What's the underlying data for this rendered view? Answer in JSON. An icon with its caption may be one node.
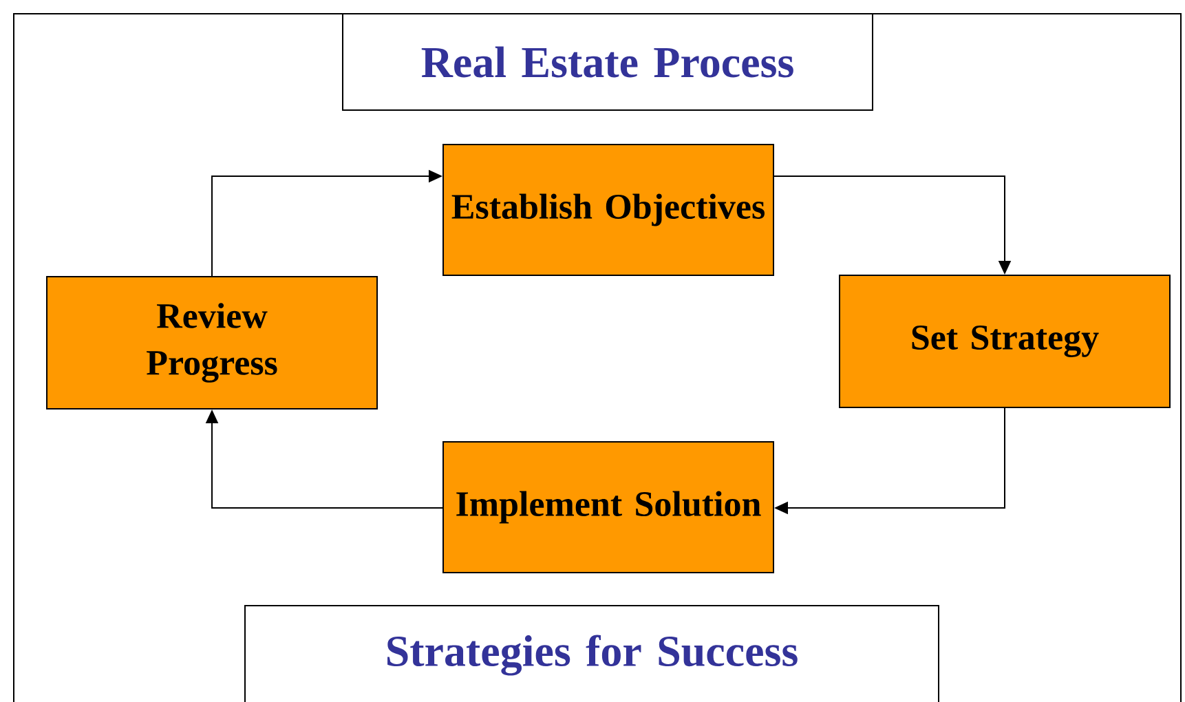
{
  "diagram": {
    "nodes": [
      {
        "text": [
          "Real Estate Process"
        ]
      },
      {
        "text": [
          "Establish Objectives"
        ]
      },
      {
        "text": [
          "Set Strategy"
        ]
      },
      {
        "text": [
          "Implement Solution"
        ]
      },
      {
        "text": [
          "Review Progress"
        ]
      },
      {
        "text": [
          "Strategies for Success"
        ]
      }
    ],
    "edges": [
      {
        "from": 1,
        "to": 2,
        "arrow": "to"
      },
      {
        "from": 2,
        "to": 3,
        "arrow": "to"
      },
      {
        "from": 3,
        "to": 4,
        "arrow": "to"
      },
      {
        "from": 4,
        "to": 1,
        "arrow": "to"
      }
    ]
  }
}
